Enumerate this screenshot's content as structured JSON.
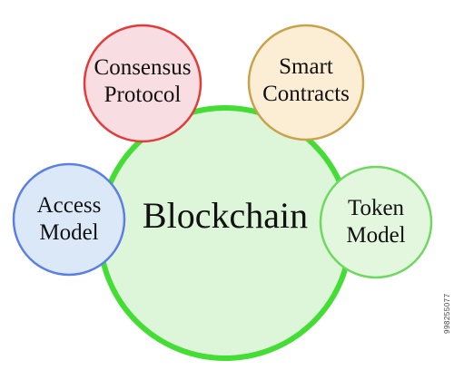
{
  "diagram": {
    "center": {
      "label": "Blockchain",
      "fill": "#ddf5d8",
      "stroke": "#44dd33"
    },
    "nodes": [
      {
        "id": "consensus-protocol",
        "lines": [
          "Consensus",
          "Protocol"
        ],
        "fill": "#f8dde2",
        "stroke": "#e63a3a"
      },
      {
        "id": "smart-contracts",
        "lines": [
          "Smart",
          "Contracts"
        ],
        "fill": "#fbeed4",
        "stroke": "#c9a24c"
      },
      {
        "id": "access-model",
        "lines": [
          "Access",
          "Model"
        ],
        "fill": "#dbe8f8",
        "stroke": "#5b7fe6"
      },
      {
        "id": "token-model",
        "lines": [
          "Token",
          "Model"
        ],
        "fill": "#e3f6de",
        "stroke": "#6fd860"
      }
    ]
  },
  "watermark": "998255077"
}
